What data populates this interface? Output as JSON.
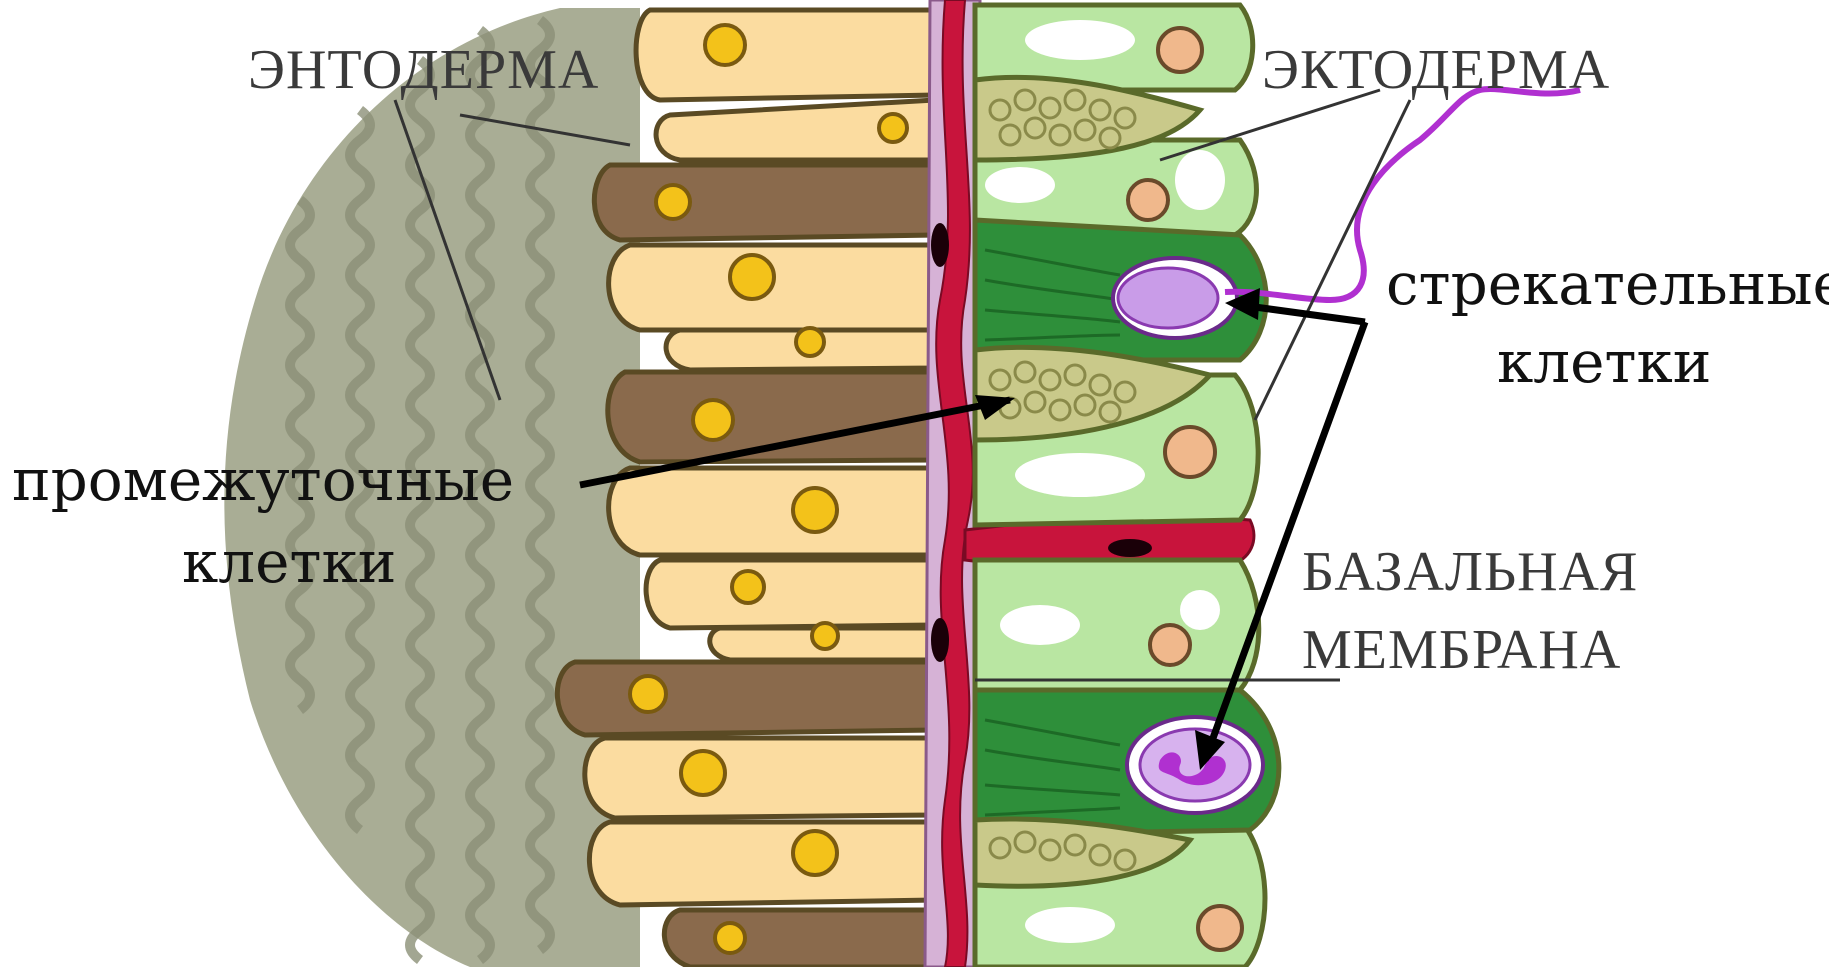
{
  "labels": {
    "entoderm": "ЭНТОДЕРМА",
    "ectoderm": "ЭКТОДЕРМА",
    "basal_line1": "БАЗАЛЬНАЯ",
    "basal_line2": "МЕМБРАНА",
    "stinging_line1": "стрекательные",
    "stinging_line2": "клетки",
    "intermediate_line1": "промежуточные",
    "intermediate_line2": "клетки"
  },
  "colors": {
    "mesoglea_shadow": "#9aa086",
    "light_cell": "#fbdca0",
    "dark_cell": "#8a6a4c",
    "nucleus": "#f3c21a",
    "membrane": "#d6b2d6",
    "basal": "#c8143c",
    "ecto_cell": "#b9e6a2",
    "ecto_dark": "#2e8f3a",
    "nematocyst": "#c99ce8",
    "intermediate": "#c9c98a",
    "thread": "#b030d0"
  }
}
